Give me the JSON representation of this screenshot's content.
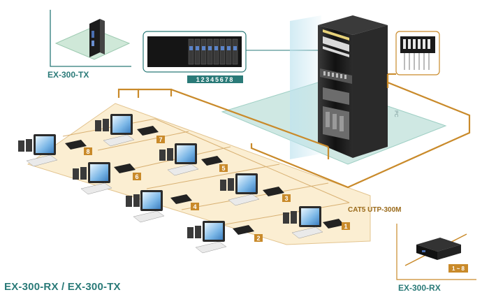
{
  "labels": {
    "main": "EX-300-RX / EX-300-TX",
    "tx": "EX-300-TX",
    "rx": "EX-300-RX",
    "cable": "CAT5 UTP-300M",
    "port_strip": "12345678",
    "rx_range": "1 ~ 8",
    "pc_tag": "PC"
  },
  "stations": [
    "1",
    "2",
    "3",
    "4",
    "5",
    "6",
    "7",
    "8"
  ],
  "colors": {
    "floor": "#fbeed2",
    "floor_edge": "#e3c48f",
    "cable": "#c98a2a",
    "teal": "#2a7a78",
    "rack": "#1e1e1e",
    "platform": "#cfe8e3"
  }
}
